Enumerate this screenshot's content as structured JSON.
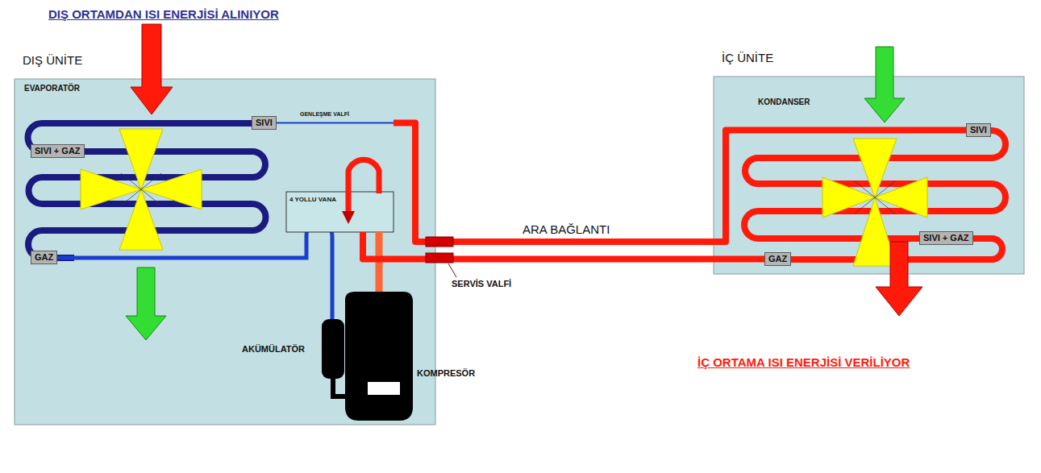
{
  "diagram": {
    "nodes": [
      {
        "text": [
          "DIŞ ÜNİTE"
        ]
      },
      {
        "text": [
          "SIVI"
        ],
        "in": 0
      },
      {
        "text": [
          "SIVI + GAZ"
        ],
        "in": 0
      },
      {
        "text": [
          "GAZ"
        ],
        "in": 0
      },
      {
        "text": [
          "4 YOLLU VANA"
        ],
        "in": 0
      },
      {
        "text": [
          "İÇ ÜNİTE"
        ]
      },
      {
        "text": [
          "SIVI"
        ],
        "in": 5
      },
      {
        "text": [
          "SIVI + GAZ"
        ],
        "in": 5
      },
      {
        "text": [
          "GAZ"
        ],
        "in": 5
      }
    ],
    "edges": [
      {
        "from": 1,
        "to": 6,
        "label": "ARA BAĞLANTI",
        "arrow": "none"
      },
      {
        "from": 4,
        "to": 8,
        "arrow": "none"
      }
    ],
    "labels": [
      "DIŞ ORTAMDAN ISI ENERJİSİ ALINIYOR",
      "EVAPORATÖR",
      "GENLEŞME VALFİ",
      "AKÜMÜLATÖR",
      "KOMPRESÖR",
      "SERVİS VALFİ",
      "KONDANSER",
      "İÇ ORTAMA ISI ENERJİSİ VERİLİYOR"
    ]
  }
}
